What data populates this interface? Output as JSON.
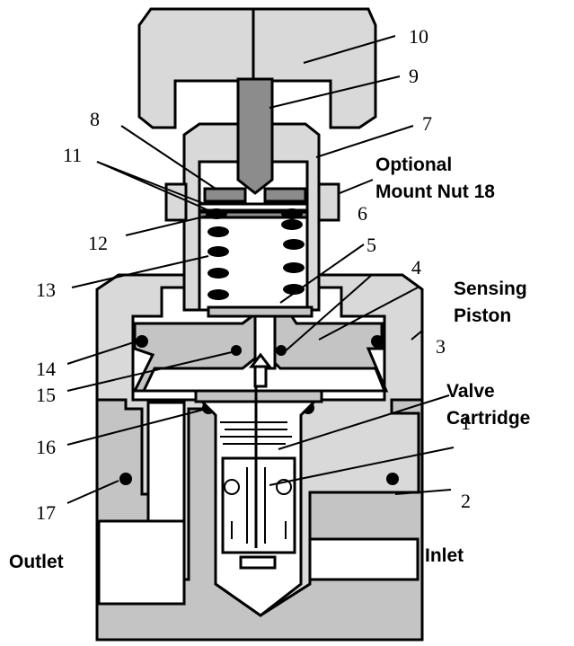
{
  "colors": {
    "light_gray": "#d9d9d9",
    "medium_gray": "#c4c4c4",
    "dark_gray": "#8c8c8c",
    "white": "#ffffff",
    "outline": "#000000"
  },
  "part_numbers": {
    "n1": "1",
    "n2": "2",
    "n3": "3",
    "n4": "4",
    "n5": "5",
    "n6": "6",
    "n7": "7",
    "n8": "8",
    "n9": "9",
    "n10": "10",
    "n11": "11",
    "n12": "12",
    "n13": "13",
    "n14": "14",
    "n15": "15",
    "n16": "16",
    "n17": "17"
  },
  "labels": {
    "optional_line1": "Optional",
    "optional_line2": "Mount Nut 18",
    "sensing_line1": "Sensing",
    "sensing_line2": "Piston",
    "valve_line1": "Valve",
    "valve_line2": "Cartridge",
    "outlet": "Outlet",
    "inlet": "Inlet"
  }
}
